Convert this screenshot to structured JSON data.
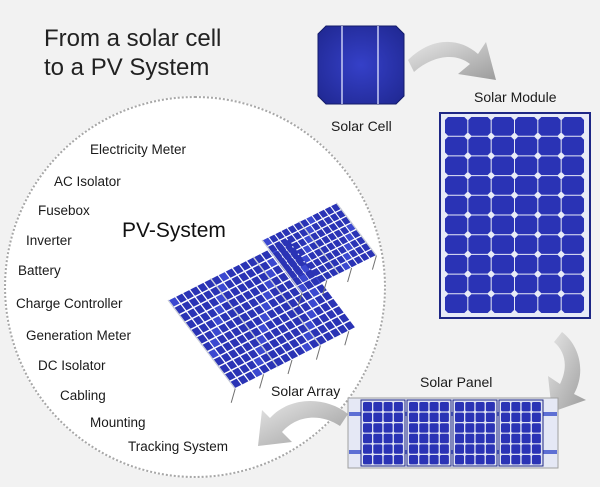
{
  "title": {
    "line1": "From a solar cell",
    "line2": "to a PV System"
  },
  "stages": {
    "cell": "Solar Cell",
    "module": "Solar Module",
    "panel": "Solar Panel",
    "array": "Solar Array"
  },
  "pv_system": {
    "title": "PV-System",
    "components": [
      "Electricity Meter",
      "AC Isolator",
      "Fusebox",
      "Inverter",
      "Battery",
      "Charge Controller",
      "Generation Meter",
      "DC Isolator",
      "Cabling",
      "Mounting",
      "Tracking System"
    ]
  },
  "colors": {
    "cell_blue": "#2a33b5",
    "cell_dark": "#16206e",
    "module_bg": "#e9ecf8",
    "arrow_gray": "#b8b8b8"
  }
}
